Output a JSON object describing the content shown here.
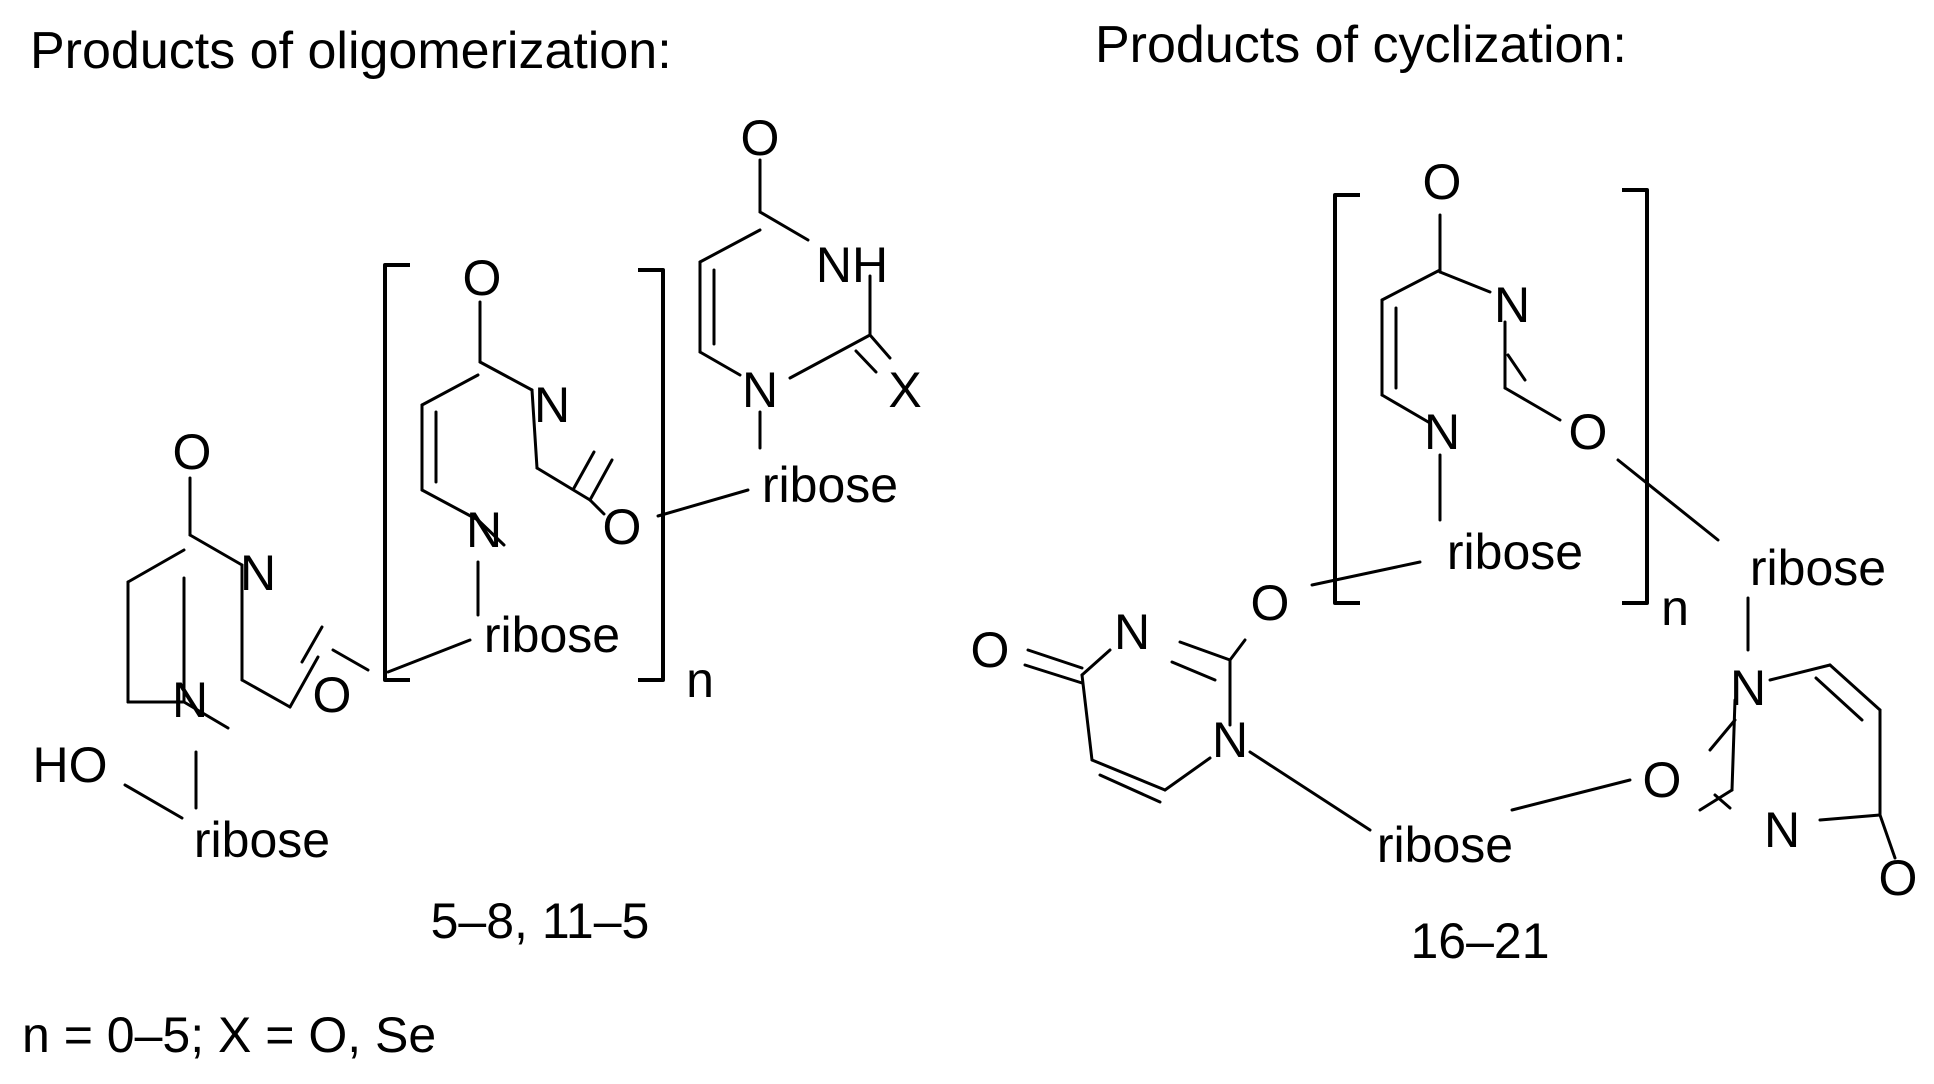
{
  "titles": {
    "oligomerization": "Products of oligomerization:",
    "cyclization": "Products of cyclization:"
  },
  "labels": {
    "oligomer_compounds": "5–8, 11–5",
    "cyclic_compounds": "16–21",
    "legend": "n = 0–5; X = O, Se"
  },
  "atoms": {
    "O": "O",
    "N": "N",
    "NH": "NH",
    "X": "X",
    "HO": "HO",
    "ribose": "ribose",
    "n": "n"
  }
}
